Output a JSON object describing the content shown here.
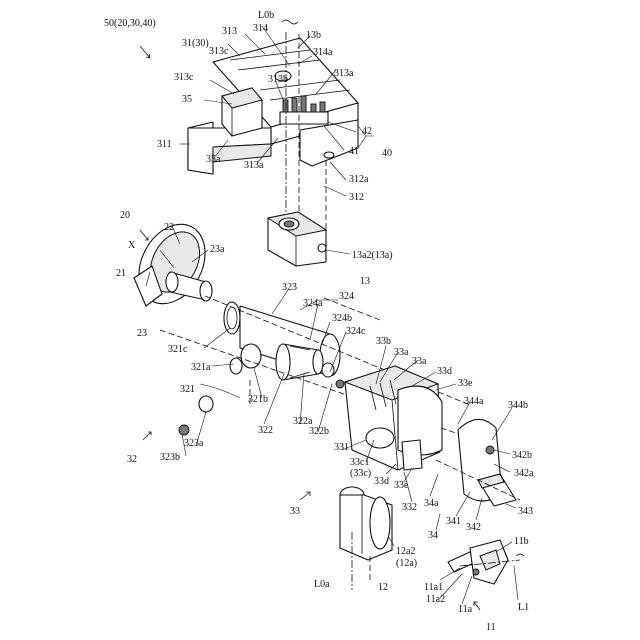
{
  "labels": {
    "l50": "50(20,30,40)",
    "lL0b": "L0b",
    "l13b": "13b",
    "l313": "313",
    "l314": "314",
    "l314a": "314a",
    "l31": "31(30)",
    "l313c_top": "313c",
    "l313a_top": "313a",
    "l313c_left": "313c",
    "l313b": "313b",
    "l35": "35",
    "l42": "42",
    "l41": "41",
    "l40": "40",
    "l311": "311",
    "l35a": "35a",
    "l313a_bot": "313a",
    "l312a": "312a",
    "l312": "312",
    "l20": "20",
    "l22": "22",
    "lX": "X",
    "l23a": "23a",
    "l21": "21",
    "l23": "23",
    "l13a2": "13a2(13a)",
    "l13": "13",
    "l323": "323",
    "l324": "324",
    "l324a": "324a",
    "l324b": "324b",
    "l324c": "324c",
    "l321c": "321c",
    "l321a": "321a",
    "l321": "321",
    "l321b": "321b",
    "l33b": "33b",
    "l33a_1": "33a",
    "l33a_2": "33a",
    "l33d_top": "33d",
    "l33e_top": "33e",
    "l344a": "344a",
    "l344b": "344b",
    "l322": "322",
    "l322a": "322a",
    "l322b": "322b",
    "l323a": "323a",
    "l32": "32",
    "l323b": "323b",
    "l331": "331",
    "l33c1": "33c1",
    "l33c": "(33c)",
    "l342b": "342b",
    "l342a": "342a",
    "l33d_bot": "33d",
    "l33e_bot": "33e",
    "l34a": "34a",
    "l332": "332",
    "l341": "341",
    "l342": "342",
    "l343": "343",
    "l33": "33",
    "l34": "34",
    "l11b": "11b",
    "l12a2": "12a2",
    "l12a": "(12a)",
    "lL0a": "L0a",
    "l12": "12",
    "l11a1": "11a1",
    "l11a2": "11a2",
    "l11a": "11a",
    "lL1": "L1",
    "l11": "11"
  },
  "colors": {
    "ink": "#111111",
    "paper": "#ffffff",
    "shade": "#e9e9e9"
  }
}
